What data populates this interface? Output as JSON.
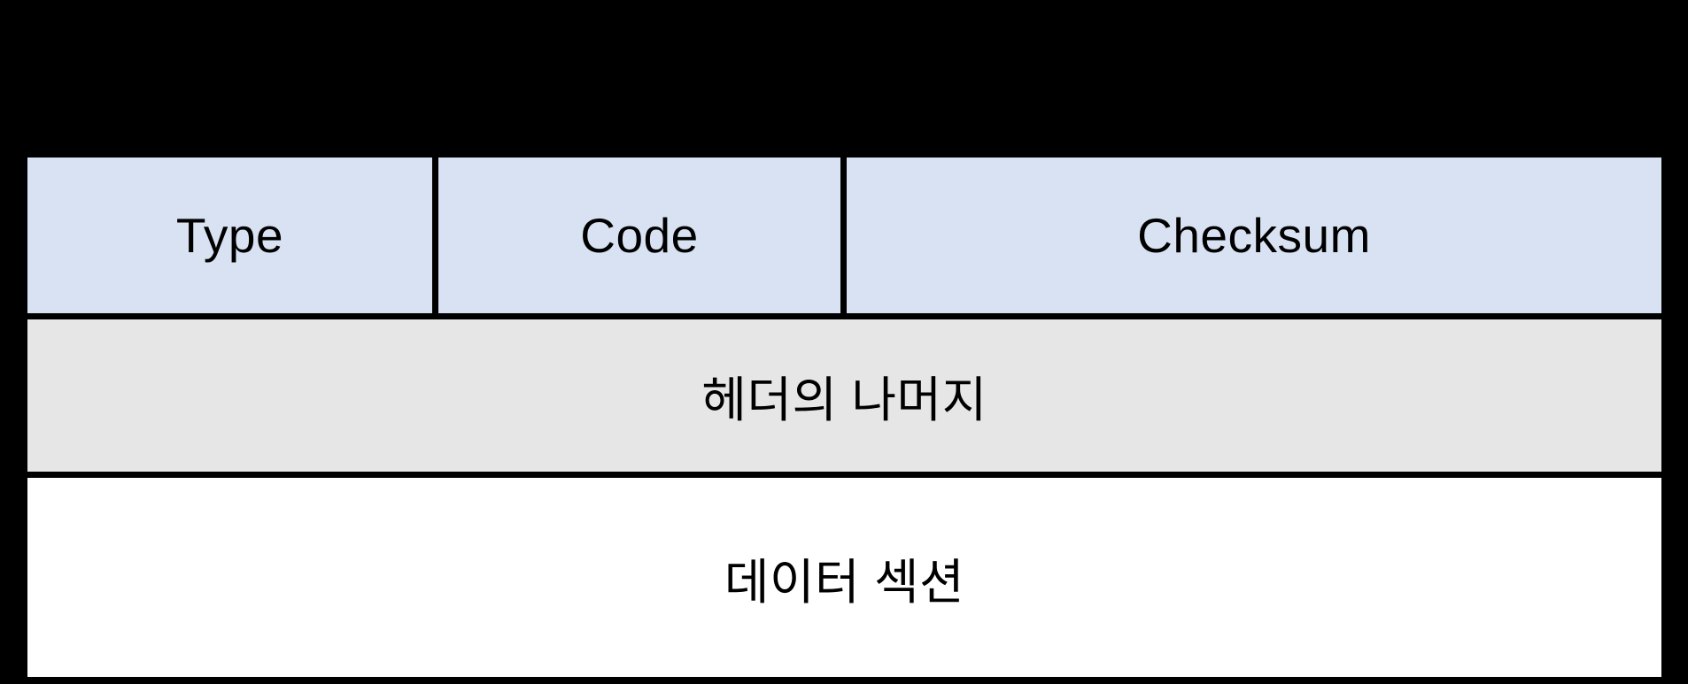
{
  "table": {
    "header_cells": [
      {
        "label": "Type"
      },
      {
        "label": "Code"
      },
      {
        "label": "Checksum"
      }
    ],
    "rows": [
      {
        "label": "헤더의 나머지"
      },
      {
        "label": "데이터 섹션"
      }
    ],
    "colors": {
      "background": "#000000",
      "border": "#000000",
      "header_fill": "#d9e2f3",
      "row2_fill": "#e7e6e6",
      "row3_fill": "#ffffff",
      "text": "#000000"
    }
  }
}
